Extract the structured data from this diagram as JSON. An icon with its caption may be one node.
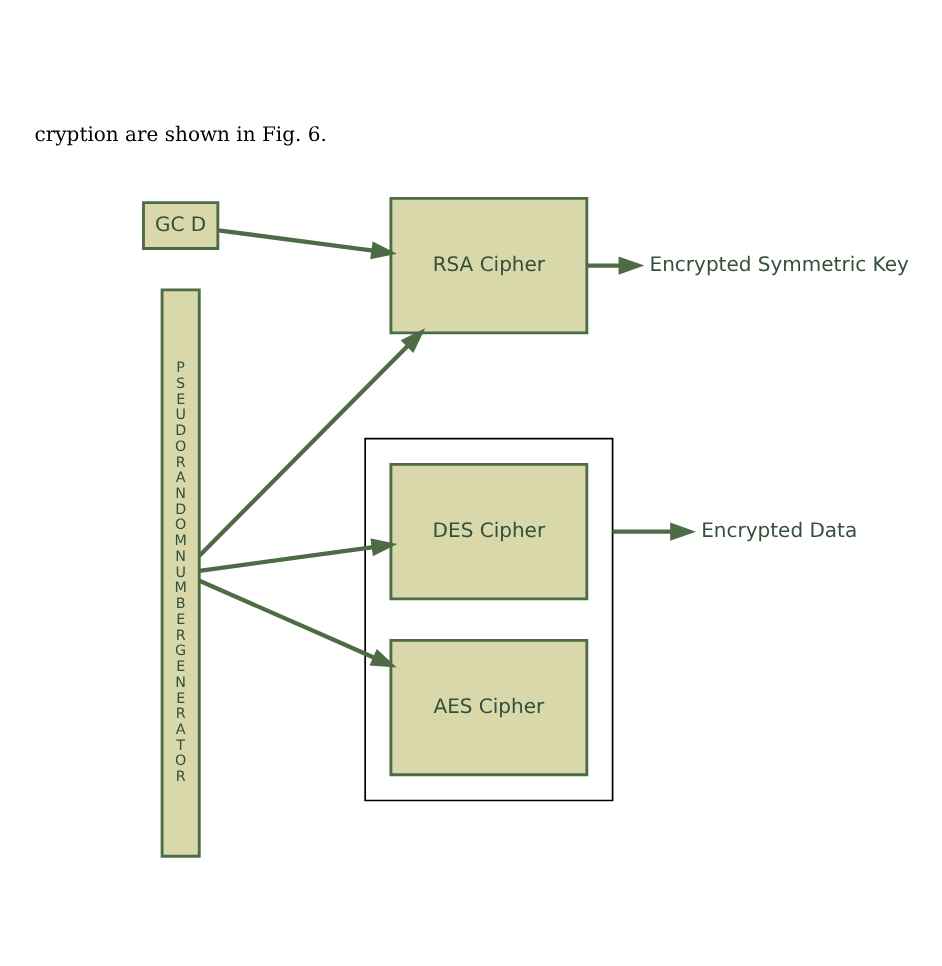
{
  "diagram": {
    "nodes": [
      {
        "text": [
          "GC D"
        ]
      },
      {
        "text": [
          "P S E U D O R A N D O M N U M B E R G E N E R A T O R"
        ]
      },
      {
        "text": [
          "RSA Cipher"
        ]
      },
      {
        "text": [
          "Encrypted Symmetric Key"
        ]
      },
      {
        "text": [],
        "shape": "box"
      },
      {
        "text": [
          "DES Cipher"
        ],
        "in": 4
      },
      {
        "text": [
          "AES Cipher"
        ],
        "in": 4
      },
      {
        "text": [
          "Encrypted Data"
        ]
      }
    ],
    "edges": [
      {
        "from": 0,
        "to": 2,
        "arrow": "to"
      },
      {
        "from": 1,
        "to": 2,
        "arrow": "to"
      },
      {
        "from": 1,
        "to": 5,
        "arrow": "to"
      },
      {
        "from": 1,
        "to": 6,
        "arrow": "to"
      },
      {
        "from": 2,
        "to": 3,
        "arrow": "to"
      },
      {
        "from": 4,
        "to": 7,
        "arrow": "to"
      }
    ],
    "labels": [
      "cryption are shown in Fig. 6."
    ]
  }
}
